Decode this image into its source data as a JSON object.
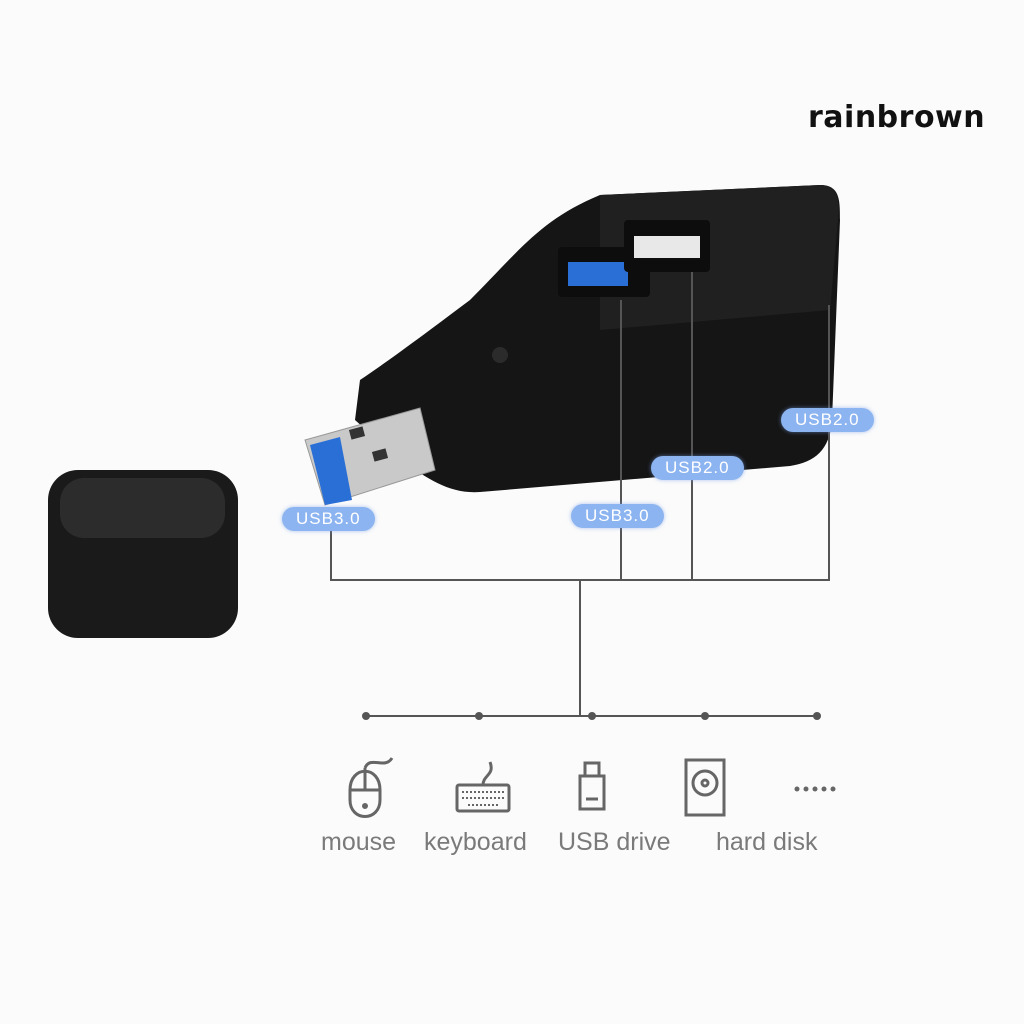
{
  "brand": "rainbrown",
  "ports": [
    {
      "label": "USB3.0"
    },
    {
      "label": "USB3.0"
    },
    {
      "label": "USB2.0"
    },
    {
      "label": "USB2.0"
    }
  ],
  "devices": [
    {
      "label": "mouse",
      "icon": "mouse-icon"
    },
    {
      "label": "keyboard",
      "icon": "keyboard-icon"
    },
    {
      "label": "USB drive",
      "icon": "usb-drive-icon"
    },
    {
      "label": "hard disk",
      "icon": "hard-disk-icon"
    },
    {
      "label": "",
      "icon": "more-dots-icon"
    }
  ],
  "colors": {
    "tag": "#8cb4f0",
    "body": "#141414",
    "line": "#555555",
    "usb3_blue": "#2a6fd6"
  }
}
